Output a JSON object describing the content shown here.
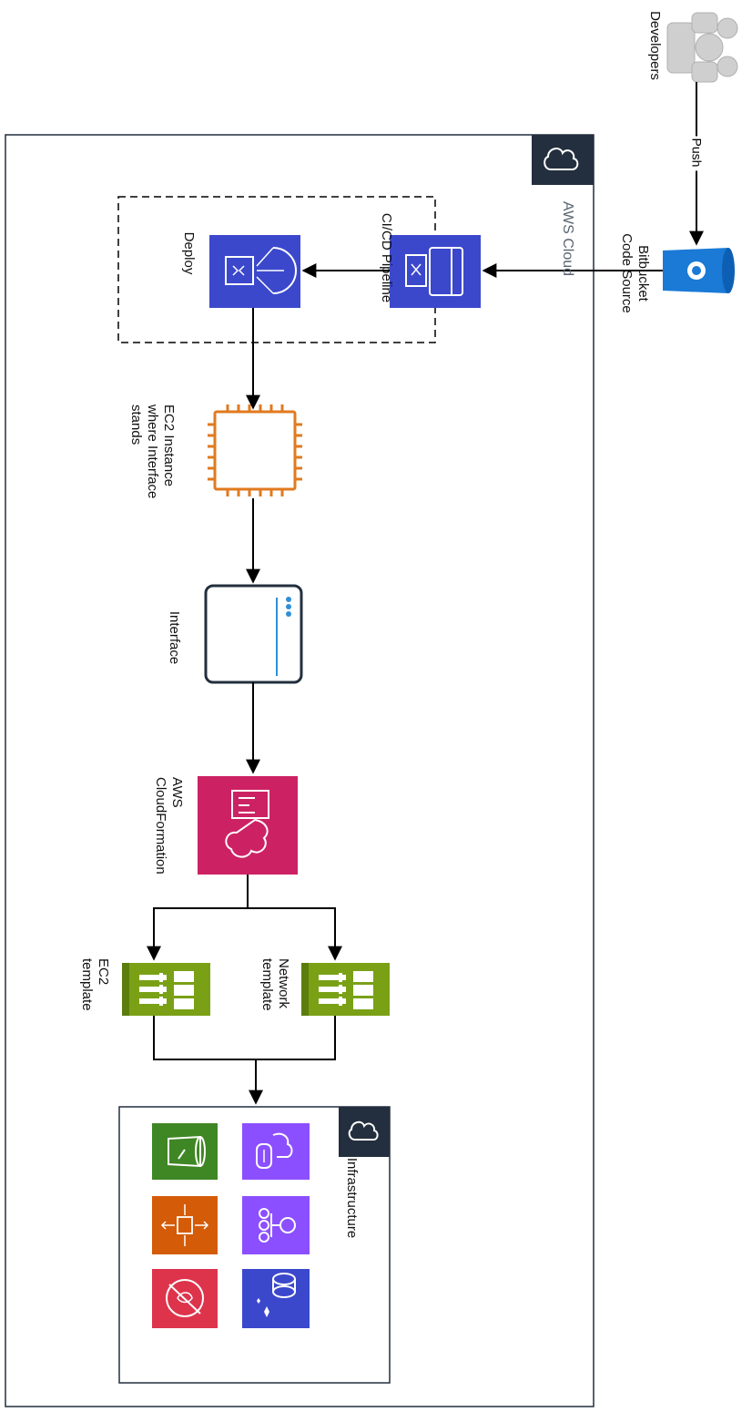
{
  "groups": {
    "aws_cloud": "AWS Cloud",
    "infrastructure": "Infrastructure"
  },
  "nodes": {
    "developers": "Developers",
    "bitbucket": "Bitbucket\nCode Source",
    "cicd": "CI/CD Pipeline",
    "deploy": "Deploy",
    "ec2_instance": "EC2 Instance\nwhere Interface\nstands",
    "interface": "Interface",
    "cloudformation": "AWS\nCloudFormation",
    "network_template": "Network\ntemplate",
    "ec2_template": "EC2\ntemplate"
  },
  "edges": {
    "push": "Push"
  },
  "icons": {
    "developers": "users-icon",
    "bitbucket": "bitbucket-icon",
    "cicd": "codepipeline-icon",
    "deploy": "codedeploy-icon",
    "ec2_instance": "ec2-chip-icon",
    "interface": "browser-window-icon",
    "cloudformation": "cloudformation-icon",
    "templates": "template-icon",
    "infra": [
      "s3-bucket-icon",
      "auto-scaling-icon",
      "shield-icon",
      "route-icon",
      "load-balancer-icon",
      "rds-icon"
    ]
  },
  "colors": {
    "aws_dark": "#232f3e",
    "codepipeline": "#3b48cc",
    "ec2": "#e07a1f",
    "cloudformation": "#cc2264",
    "template": "#7aa116",
    "storage": "#3f8624",
    "compute": "#d45b07",
    "security": "#dd344c",
    "network": "#8c4fff",
    "database": "#3b48cc",
    "bitbucket": "#1a7ad6"
  }
}
